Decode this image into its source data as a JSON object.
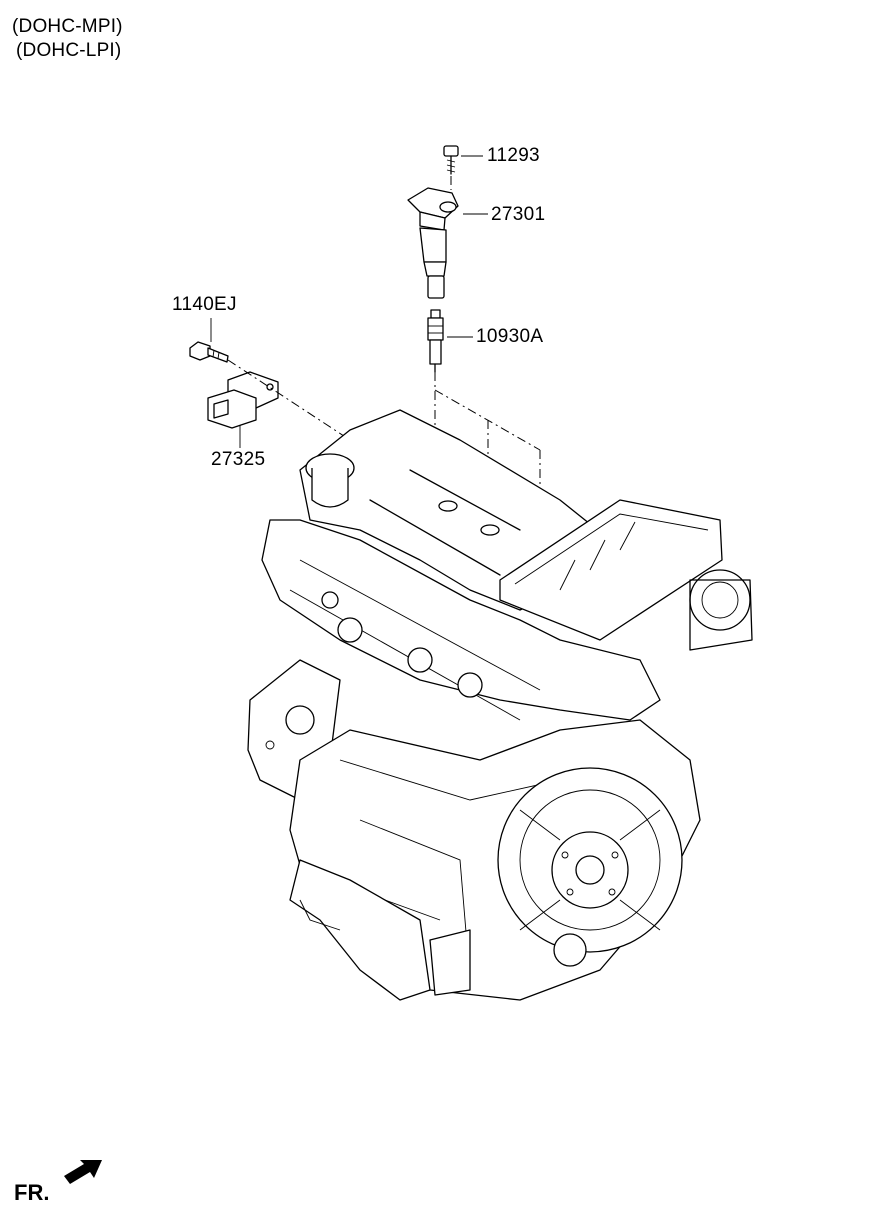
{
  "variants": [
    "(DOHC-MPI)",
    "(DOHC-LPI)"
  ],
  "parts": {
    "bolt_top": "11293",
    "ignition_coil": "27301",
    "bolt_sensor": "1140EJ",
    "spark_plug": "10930A",
    "sensor": "27325"
  },
  "direction": {
    "label": "FR."
  }
}
